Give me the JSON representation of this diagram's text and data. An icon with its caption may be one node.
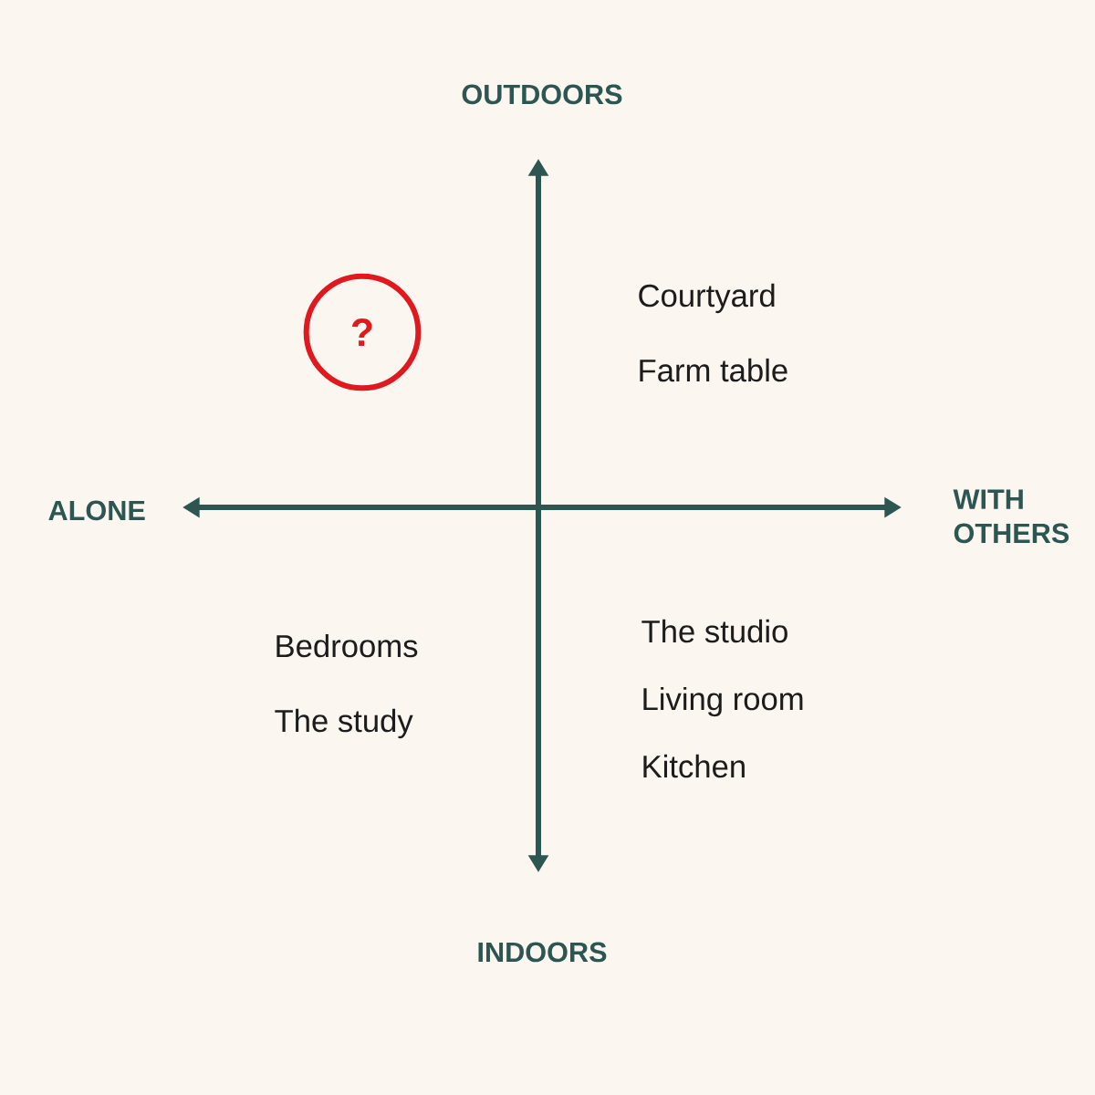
{
  "diagram": {
    "nodes": [
      {
        "text": [
          "?"
        ]
      }
    ],
    "labels": [
      "OUTDOORS",
      "Courtyard",
      "Farm table",
      "ALONE",
      "WITH OTHERS",
      "Bedrooms",
      "The study",
      "The studio",
      "Living room",
      "Kitchen",
      "INDOORS"
    ]
  }
}
